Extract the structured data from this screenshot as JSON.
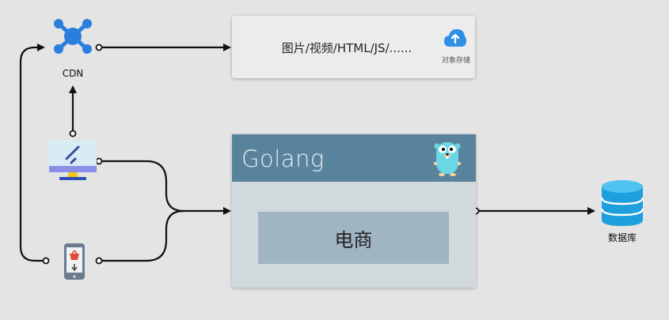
{
  "cdn": {
    "label": "CDN"
  },
  "storage": {
    "content_text": "图片/视频/HTML/JS/......",
    "label": "对象存储"
  },
  "golang": {
    "title": "Golang",
    "inner_label": "电商"
  },
  "database": {
    "label": "数据库"
  },
  "colors": {
    "cdn_blue": "#2a7fdc",
    "golang_header": "#59839d",
    "golang_body": "#d2d9dd",
    "ecommerce_box": "#a0b5c2",
    "database_blue": "#1e9fde",
    "cloud_blue": "#2d8fe6"
  },
  "icons": [
    "cdn-network-icon",
    "cloud-upload-icon",
    "desktop-monitor-icon",
    "mobile-phone-icon",
    "gopher-mascot-icon",
    "database-icon"
  ]
}
